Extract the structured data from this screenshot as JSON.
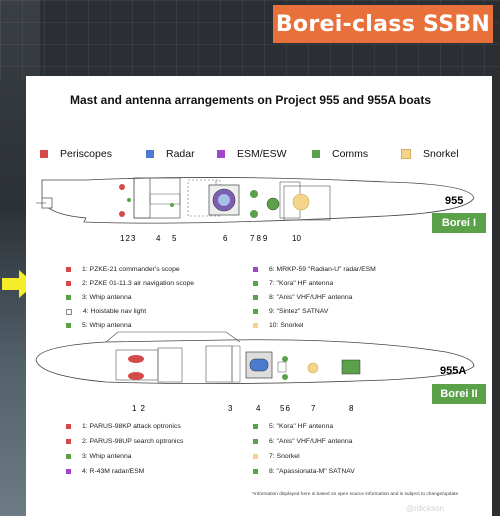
{
  "header_title": "Borei-class SSBN",
  "panel_title": "Mast and antenna arrangements on Project 955 and 955A boats",
  "colors": {
    "periscopes": "#d44a4a",
    "radar": "#4a7bd0",
    "esm": "#a146c8",
    "comms": "#5aa14a",
    "snorkel": "#f3d48a",
    "accent": "#e8703a",
    "pointer": "#f5ec2a"
  },
  "legend": [
    {
      "label": "Periscopes",
      "color": "#d44a4a"
    },
    {
      "label": "Radar",
      "color": "#4a7bd0"
    },
    {
      "label": "ESM/ESW",
      "color": "#a146c8"
    },
    {
      "label": "Comms",
      "color": "#5aa14a"
    },
    {
      "label": "Snorkel",
      "color": "#f3d48a"
    }
  ],
  "boat1": {
    "project": "955",
    "class_tag": "Borei I",
    "numbers": [
      "1",
      "2",
      "3",
      "4",
      "5",
      "6",
      "7",
      "8",
      "9",
      "10"
    ]
  },
  "boat2": {
    "project": "955A",
    "class_tag": "Borei II",
    "numbers": [
      "1",
      "2",
      "3",
      "4",
      "5",
      "6",
      "7",
      "8"
    ]
  },
  "list1_left": [
    {
      "text": "1: PZKE-21 commander's scope",
      "color": "#d44a4a"
    },
    {
      "text": "2: PZKE 01-11.3 air navigation scope",
      "color": "#d44a4a"
    },
    {
      "text": "3: Whip antenna",
      "color": "#5aa14a"
    },
    {
      "text": "4: Hoistable nav light",
      "color": "#ffffff"
    },
    {
      "text": "5: Whip antenna",
      "color": "#5aa14a"
    }
  ],
  "list1_right": [
    {
      "text": "6: MRKP-59 \"Radian-U\" radar/ESM",
      "color": "#a146c8"
    },
    {
      "text": "7: \"Kora\" HF antenna",
      "color": "#5aa14a"
    },
    {
      "text": "8: \"Anis\" VHF/UHF antenna",
      "color": "#5aa14a"
    },
    {
      "text": "9: \"Sintez\" SATNAV",
      "color": "#5aa14a"
    },
    {
      "text": "10: Snorkel",
      "color": "#f3d48a"
    }
  ],
  "list2_left": [
    {
      "text": "1: PARUS-98KP attack optronics",
      "color": "#d44a4a"
    },
    {
      "text": "2: PARUS-98UP search optronics",
      "color": "#d44a4a"
    },
    {
      "text": "3: Whip antenna",
      "color": "#5aa14a"
    },
    {
      "text": "4: R-43M radar/ESM",
      "color": "#a146c8"
    }
  ],
  "list2_right": [
    {
      "text": "5: \"Kora\" HF antenna",
      "color": "#5aa14a"
    },
    {
      "text": "6: \"Anis\" VHF/UHF antenna",
      "color": "#5aa14a"
    },
    {
      "text": "7: Snorkel",
      "color": "#f3d48a"
    },
    {
      "text": "8: \"Apassionata-M\" SATNAV",
      "color": "#5aa14a"
    }
  ],
  "footnote": "*Information displayed here is based on open source information and is subject to change/update",
  "watermark": "@rdickson"
}
